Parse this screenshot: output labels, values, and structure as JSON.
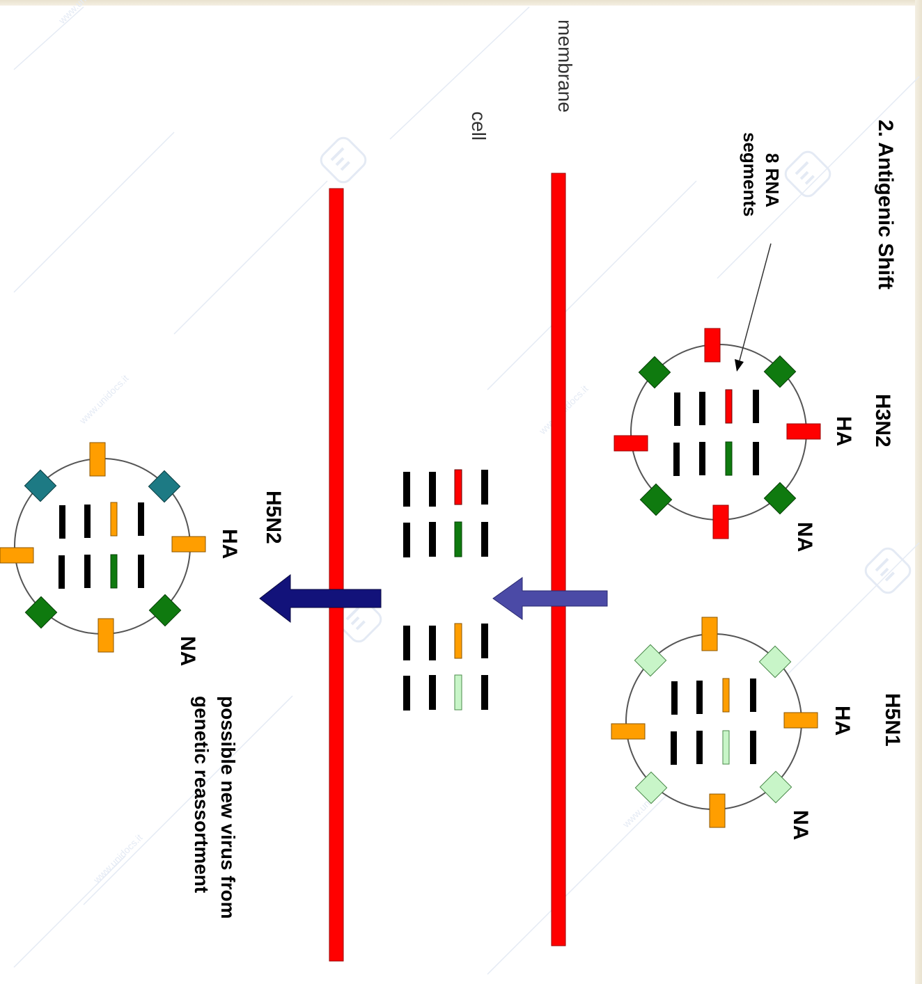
{
  "diagram": {
    "title": "2.  Antigenic Shift",
    "rna_label_line1": "8 RNA",
    "rna_label_line2": "segments",
    "membrane_label": "membrane",
    "cell_label": "cell",
    "virus_h3n2": {
      "name": "H3N2",
      "ha": "HA",
      "na": "NA"
    },
    "virus_h5n1": {
      "name": "H5N1",
      "ha": "HA",
      "na": "NA"
    },
    "virus_h5n2": {
      "name": "H5N2",
      "ha": "HA",
      "na": "NA"
    },
    "result_line1": "possible new virus from",
    "result_line2": "genetic reassortment",
    "watermark": "www.unidocs.it"
  },
  "colors": {
    "membrane": "#ff0000",
    "arrow_inner": "#4b4aa6",
    "arrow_outer": "#12127a",
    "ha_h3": "#ff0000",
    "ha_h5": "#ff9e00",
    "na_n2": "#0f7a0f",
    "na_n1": "#c8f5c8",
    "na_n2_alt": "#1d7a84",
    "segment": "#000000"
  },
  "icons": [
    "arrow-left-icon",
    "virus-particle-icon",
    "membrane-line-icon",
    "watermark-logo-icon"
  ]
}
